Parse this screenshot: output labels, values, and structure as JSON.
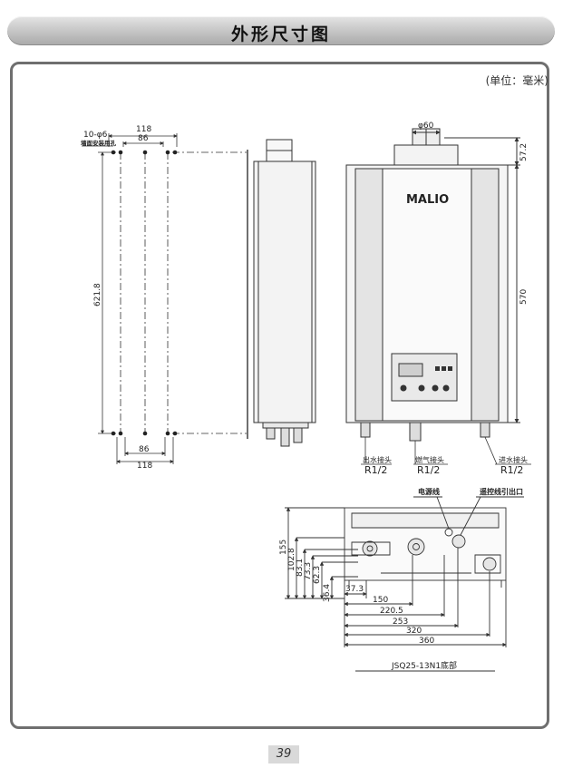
{
  "header": {
    "title": "外形尺寸图"
  },
  "unit_note": "(单位：毫米)",
  "left_view": {
    "holes_label": "10-φ6",
    "wall_label": "墙面安装用孔",
    "top_dim_outer": "118",
    "top_dim_inner": "86",
    "height_dim": "621.8",
    "bottom_dim_inner": "86",
    "bottom_dim_outer": "118"
  },
  "front_view": {
    "flue_dim": "φ60",
    "top_offset_dim": "57.2",
    "height_dim": "570",
    "brand": "MALIO",
    "connectors": [
      {
        "name": "出水接头",
        "size": "R1/2"
      },
      {
        "name": "燃气接头",
        "size": "R1/2"
      },
      {
        "name": "进水接头",
        "size": "R1/2"
      }
    ]
  },
  "bottom_view": {
    "power_label": "电源线",
    "remote_label": "遥控线引出口",
    "vertical_dims": [
      "155",
      "102.8",
      "83.1",
      "73.3",
      "62.3",
      "36.4"
    ],
    "left_offset": "37.3",
    "horizontal_dims": [
      "150",
      "220.5",
      "253",
      "320",
      "360"
    ],
    "caption": "JSQ25-13N1底部"
  },
  "page_number": "39"
}
